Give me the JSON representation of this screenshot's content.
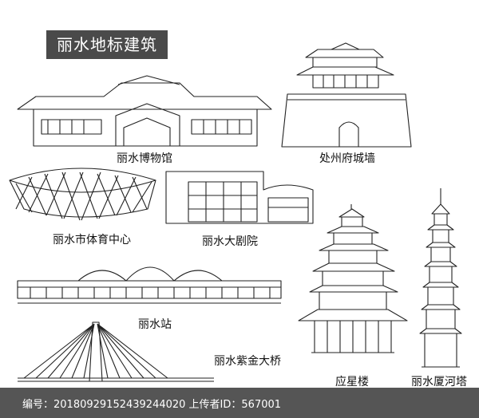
{
  "title": "丽水地标建筑",
  "landmarks": {
    "museum": "丽水博物馆",
    "city_wall": "处州府城墙",
    "stadium": "丽水市体育中心",
    "theater": "丽水大剧院",
    "station": "丽水站",
    "bridge": "丽水紫金大桥",
    "star_tower": "应星楼",
    "pagoda": "丽水厦河塔"
  },
  "footer": {
    "text": "编号：20180929152439244020 上传者ID：567001"
  },
  "colors": {
    "line": "#222222",
    "title_bg": "#4a4a4a",
    "footer_bg": "#555555"
  }
}
